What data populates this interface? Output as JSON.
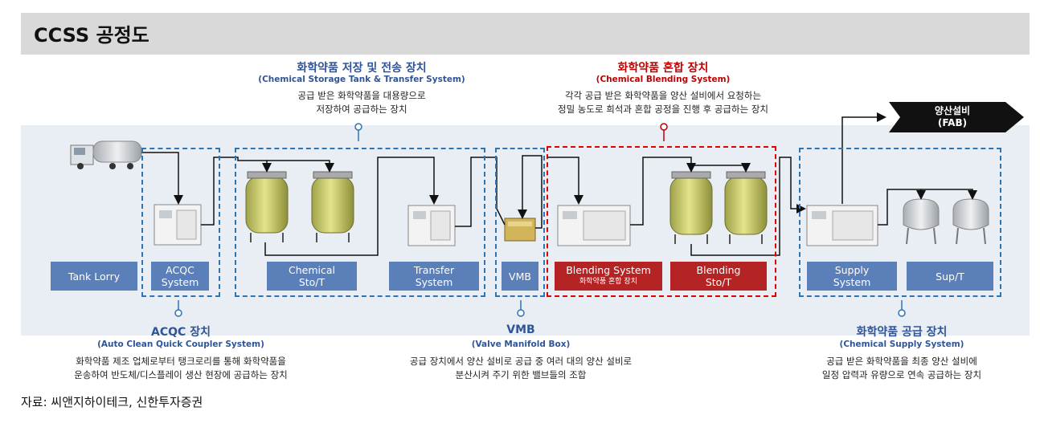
{
  "header": {
    "title": "CCSS 공정도"
  },
  "sections": {
    "storage": {
      "title": "화학약품 저장 및 전송 장치",
      "subtitle": "(Chemical Storage Tank & Transfer System)",
      "desc1": "공급 받은 화학약품을 대용량으로",
      "desc2": "저장하여 공급하는 장치"
    },
    "blending": {
      "title": "화학약품 혼합 장치",
      "subtitle": "(Chemical Blending System)",
      "desc1": "각각 공급 받은 화학약품을 양산 설비에서 요청하는",
      "desc2": "정밀 농도로 희석과 혼합 공정을 진행 후 공급하는 장치"
    },
    "acqc": {
      "title": "ACQC 장치",
      "subtitle": "(Auto Clean Quick Coupler System)",
      "desc1": "화학약품 제조 업체로부터 탱크로리를 통해 화학약품을",
      "desc2": "운송하여 반도체/디스플레이 생산 현장에 공급하는 장치"
    },
    "vmb": {
      "title": "VMB",
      "subtitle": "(Valve Manifold Box)",
      "desc1": "공급 장치에서 양산 설비로 공급 중 여러 대의 양산 설비로",
      "desc2": "분산시켜 주기 위한 밸브들의 조합"
    },
    "supply": {
      "title": "화학약품 공급 장치",
      "subtitle": "(Chemical Supply System)",
      "desc1": "공급 받은 화학약품을 최종 양산 설비에",
      "desc2": "일정 압력과 유량으로 연속 공급하는 장치"
    }
  },
  "fab": {
    "line1": "양산설비",
    "line2": "(FAB)"
  },
  "labels": {
    "tank_lorry": "Tank Lorry",
    "acqc_1": "ACQC",
    "acqc_2": "System",
    "chem_1": "Chemical",
    "chem_2": "Sto/T",
    "transfer_1": "Transfer",
    "transfer_2": "System",
    "vmb": "VMB",
    "blending_sys_1": "Blending System",
    "blending_sys_2": "화학약품 혼합 장치",
    "blending_1": "Blending",
    "blending_2": "Sto/T",
    "supply_1": "Supply",
    "supply_2": "System",
    "supt": "Sup/T"
  },
  "footer": {
    "source": "자료: 씨앤지하이테크, 신한투자증권"
  },
  "colors": {
    "blue": "#2e75b6",
    "red": "#e00000",
    "label_blue": "#5b7fb9",
    "label_red": "#b42424",
    "tank_yellow": "#d8d86a"
  }
}
